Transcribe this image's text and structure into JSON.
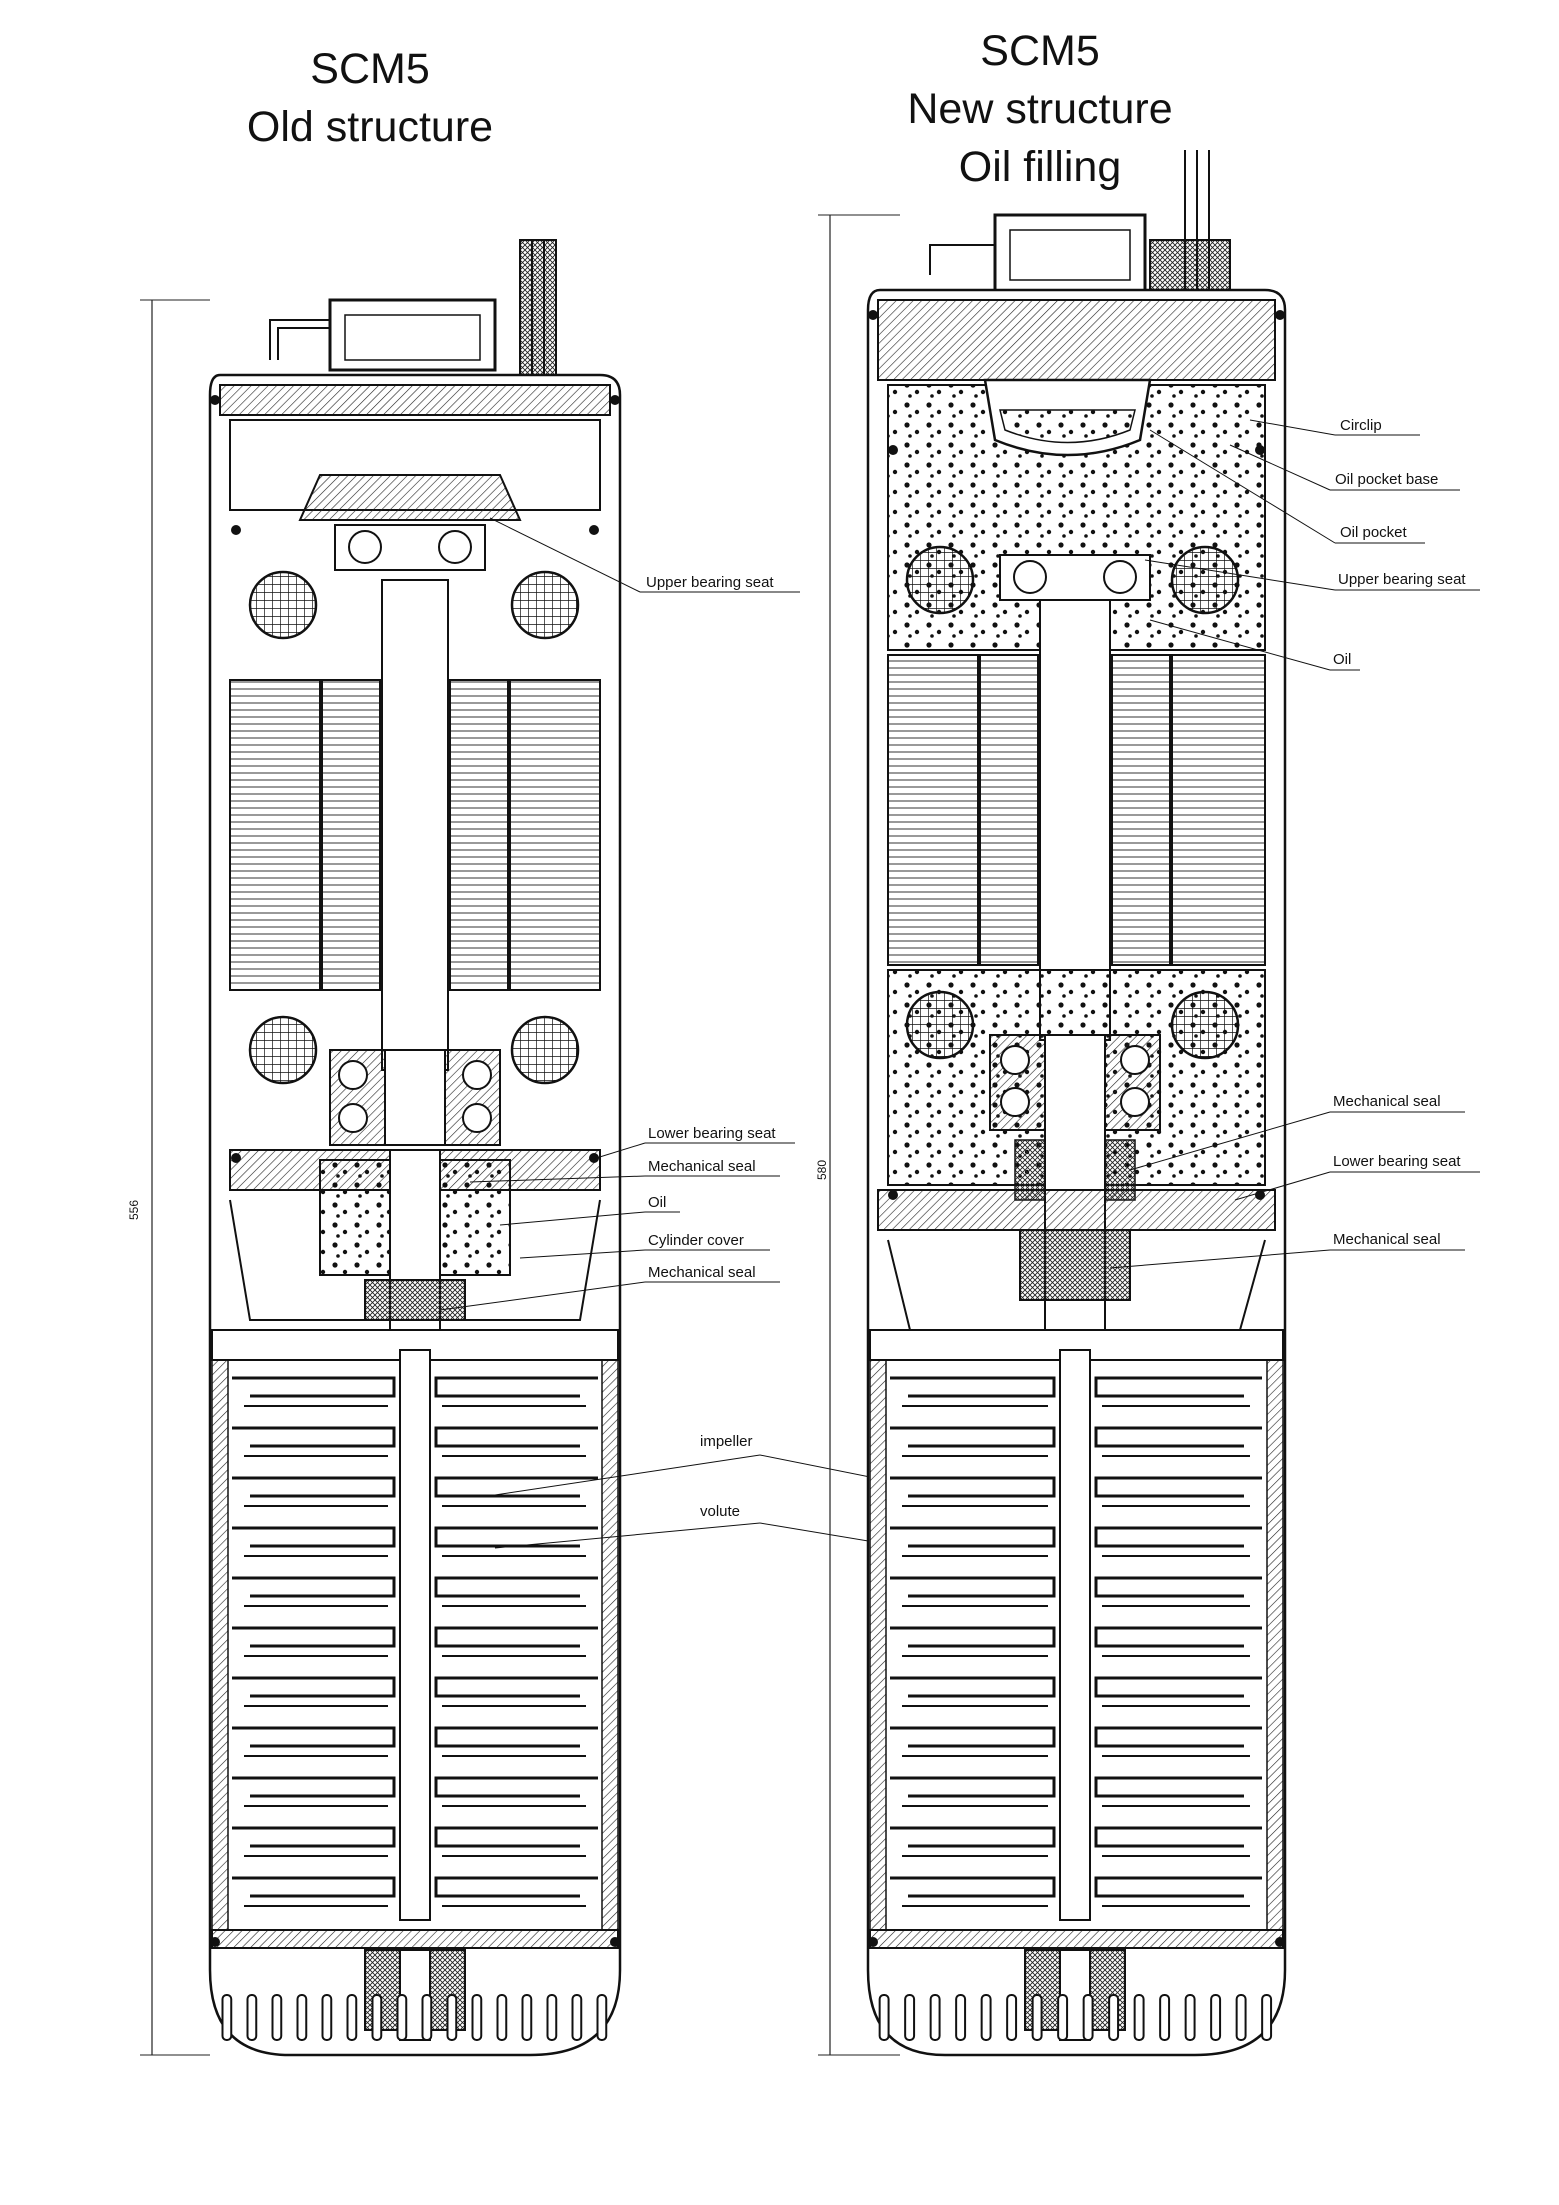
{
  "left_panel": {
    "title_line1": "SCM5",
    "title_line2": "Old structure",
    "dimension": "556",
    "labels": {
      "upper_bearing_seat": "Upper bearing seat",
      "lower_bearing_seat": "Lower bearing seat",
      "mechanical_seal_1": "Mechanical seal",
      "oil": "Oil",
      "cylinder_cover": "Cylinder cover",
      "mechanical_seal_2": "Mechanical seal"
    }
  },
  "right_panel": {
    "title_line1": "SCM5",
    "title_line2": "New structure",
    "title_line3": "Oil filling",
    "dimension": "580",
    "labels": {
      "circlip": "Circlip",
      "oil_pocket_base": "Oil pocket base",
      "oil_pocket": "Oil pocket",
      "upper_bearing_seat": "Upper bearing seat",
      "oil": "Oil",
      "mechanical_seal_1": "Mechanical seal",
      "lower_bearing_seat": "Lower bearing seat",
      "mechanical_seal_2": "Mechanical seal"
    }
  },
  "shared_labels": {
    "impeller": "impeller",
    "volute": "volute"
  }
}
